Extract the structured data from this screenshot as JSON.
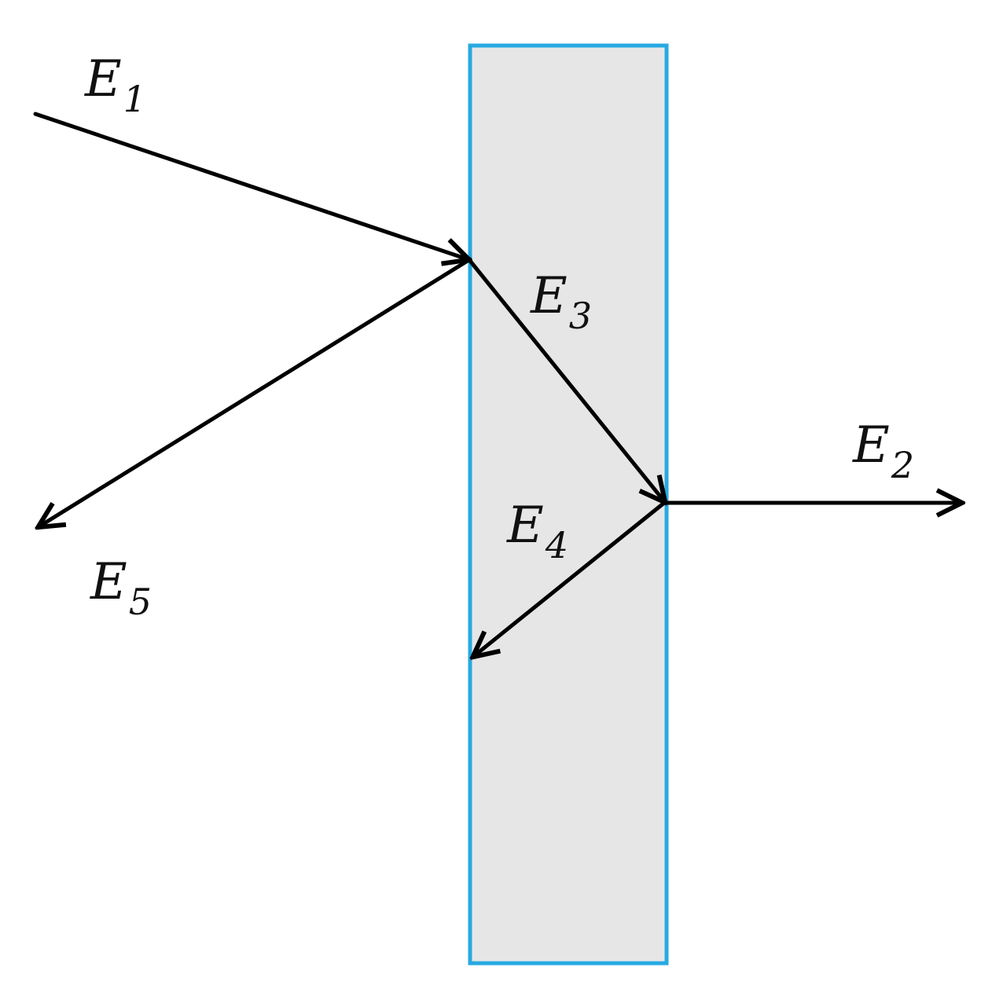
{
  "colors": {
    "slab_fill": "#e7e6e7",
    "slab_border": "#27a9e1",
    "ray": "#000000"
  },
  "labels": {
    "e1": {
      "symbol": "E",
      "index": "1"
    },
    "e2": {
      "symbol": "E",
      "index": "2"
    },
    "e3": {
      "symbol": "E",
      "index": "3"
    },
    "e4": {
      "symbol": "E",
      "index": "4"
    },
    "e5": {
      "symbol": "E",
      "index": "5"
    }
  }
}
